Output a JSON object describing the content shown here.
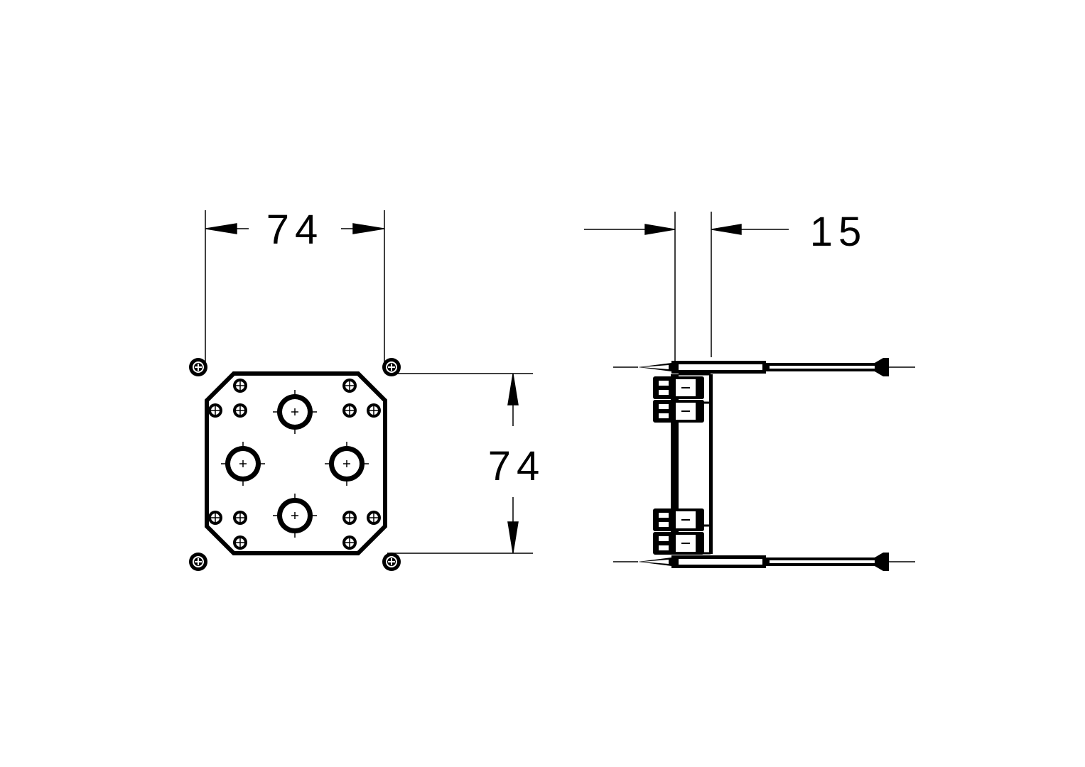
{
  "drawing": {
    "front_view": {
      "width_label": "74",
      "height_label": "74"
    },
    "side_view": {
      "depth_label": "15"
    }
  },
  "colors": {
    "line": "#000000",
    "background": "#ffffff"
  }
}
